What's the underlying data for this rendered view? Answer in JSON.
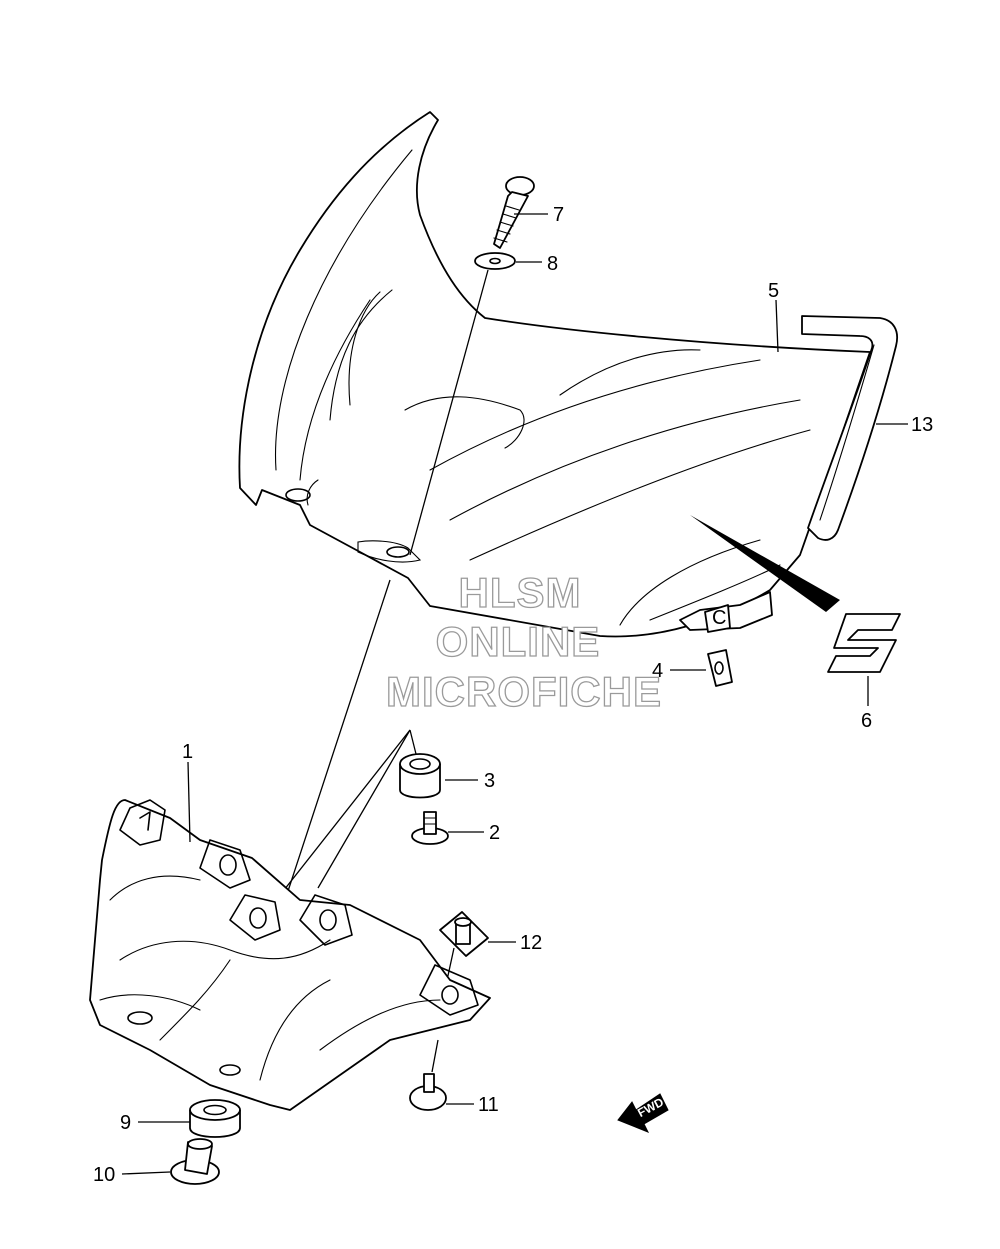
{
  "watermark": {
    "line1": "HLSM",
    "line2": "ONLINE",
    "line3": "MICROFICHE"
  },
  "direction_marker": "FWD",
  "callouts": {
    "p1": "1",
    "p2": "2",
    "p3": "3",
    "p4": "4",
    "p5": "5",
    "p6": "6",
    "p7": "7",
    "p8": "8",
    "p9": "9",
    "p10": "10",
    "p11": "11",
    "p12": "12",
    "p13": "13"
  }
}
